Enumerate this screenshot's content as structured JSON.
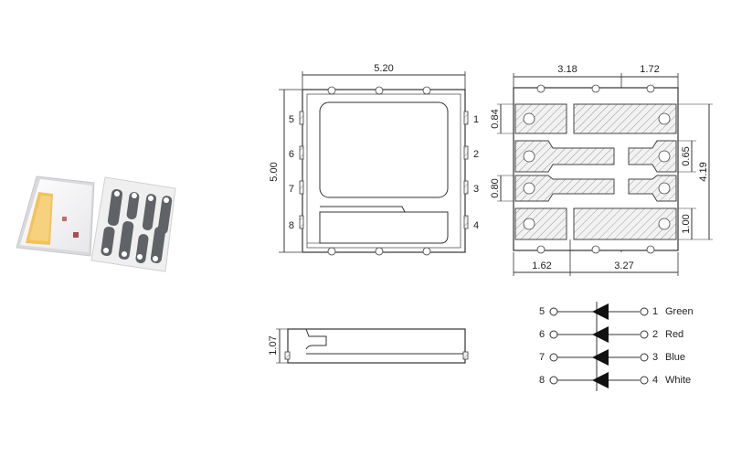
{
  "top_view": {
    "width_dim": "5.20",
    "height_dim": "5.00",
    "pin_labels_left": [
      "5",
      "6",
      "7",
      "8"
    ],
    "pin_labels_right": [
      "1",
      "2",
      "3",
      "4"
    ]
  },
  "bottom_view": {
    "top_dim_left": "3.18",
    "top_dim_right": "1.72",
    "left_dim_upper": "0.84",
    "left_dim_lower": "0.80",
    "right_dim_a": "0.65",
    "right_dim_total": "4.19",
    "right_dim_lower": "1.00",
    "bottom_dim_left": "1.62",
    "bottom_dim_right": "3.27"
  },
  "side_view": {
    "height_dim": "1.07"
  },
  "circuit": {
    "rows": [
      {
        "anode_pin": "5",
        "cathode_pin": "1",
        "color_name": "Green"
      },
      {
        "anode_pin": "6",
        "cathode_pin": "2",
        "color_name": "Red"
      },
      {
        "anode_pin": "7",
        "cathode_pin": "3",
        "color_name": "Blue"
      },
      {
        "anode_pin": "8",
        "cathode_pin": "4",
        "color_name": "White"
      }
    ]
  }
}
